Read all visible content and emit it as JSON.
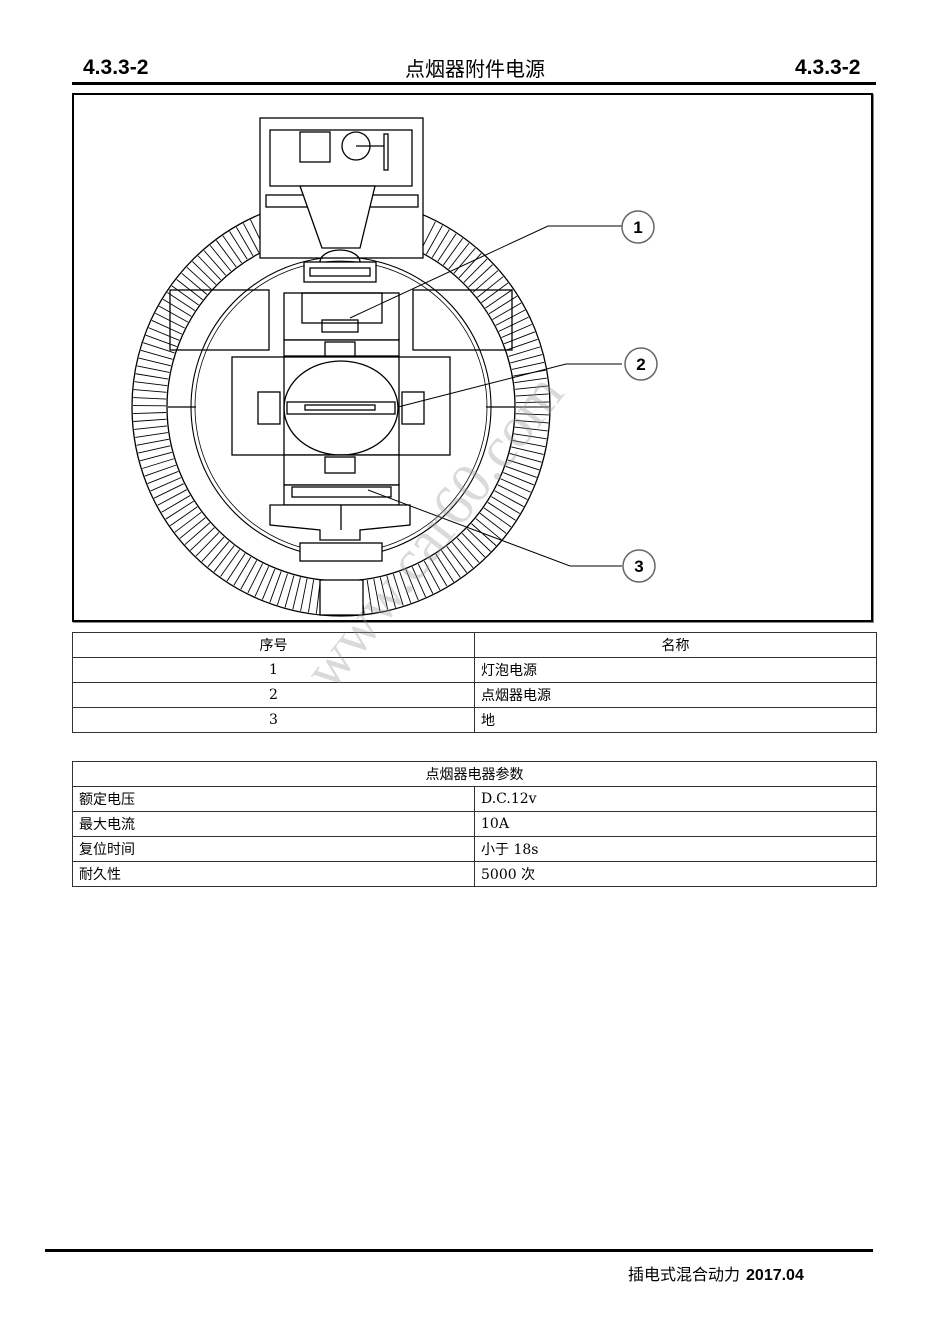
{
  "header": {
    "section_left": "4.3.3-2",
    "title": "点烟器附件电源",
    "section_right": "4.3.3-2"
  },
  "figure": {
    "callouts": [
      {
        "number": "1",
        "target": "灯泡电源"
      },
      {
        "number": "2",
        "target": "点烟器电源"
      },
      {
        "number": "3",
        "target": "地"
      }
    ]
  },
  "pin_table": {
    "headers": [
      "序号",
      "名称"
    ],
    "rows": [
      {
        "no": "1",
        "name": "灯泡电源"
      },
      {
        "no": "2",
        "name": "点烟器电源"
      },
      {
        "no": "3",
        "name": "地"
      }
    ]
  },
  "param_table": {
    "title": "点烟器电器参数",
    "rows": [
      {
        "param": "额定电压",
        "value": "D.C.12v"
      },
      {
        "param": "最大电流",
        "value": "10A"
      },
      {
        "param": "复位时间",
        "value": "小于 18s"
      },
      {
        "param": "耐久性",
        "value": "5000 次"
      }
    ]
  },
  "watermark": "www.car60.com",
  "footer": {
    "book": "插电式混合动力",
    "date": "2017.04"
  }
}
